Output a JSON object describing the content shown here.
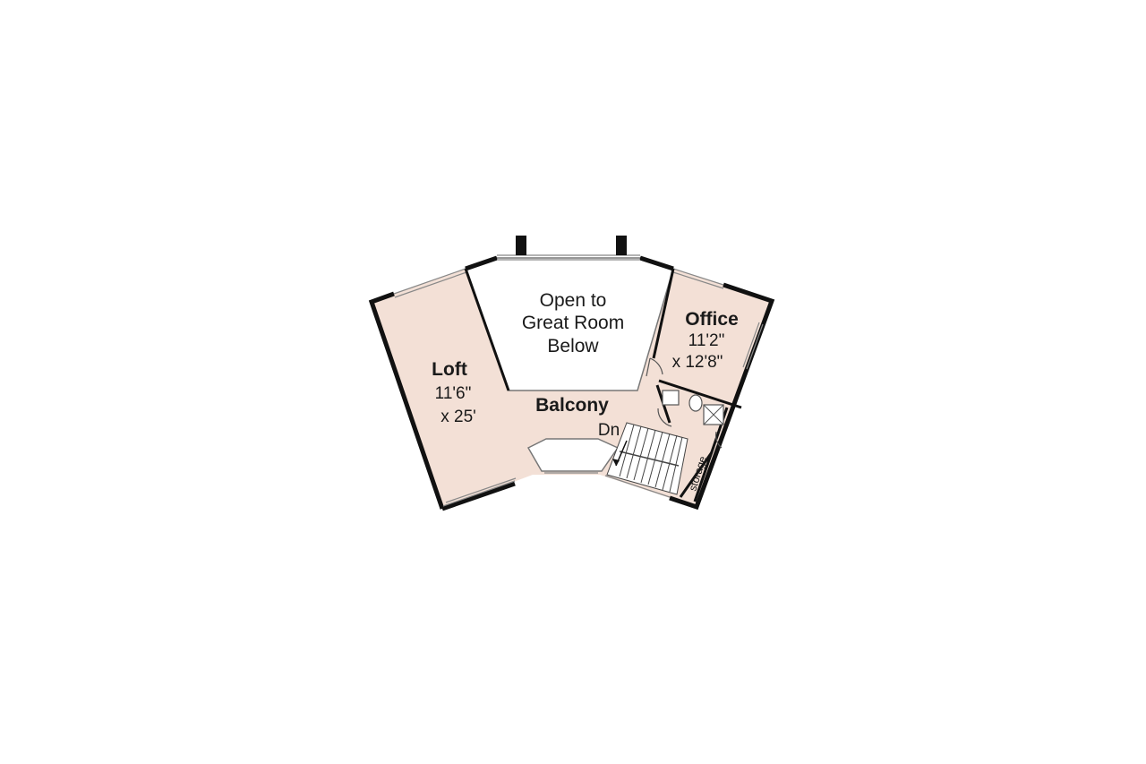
{
  "colors": {
    "background": "#ffffff",
    "floor_fill": "#f3e0d6",
    "open_area_fill": "#ffffff",
    "wall": "#111111",
    "window": "#888888"
  },
  "rooms": {
    "open_area": {
      "line1": "Open to",
      "line2": "Great Room",
      "line3": "Below"
    },
    "office": {
      "name": "Office",
      "dim1": "11'2\"",
      "dim2": "x 12'8\""
    },
    "loft": {
      "name": "Loft",
      "dim1": "11'6\"",
      "dim2": "x 25'"
    },
    "balcony": {
      "name": "Balcony"
    },
    "stairs": {
      "label": "Dn"
    },
    "storage": {
      "label": "storage"
    }
  }
}
